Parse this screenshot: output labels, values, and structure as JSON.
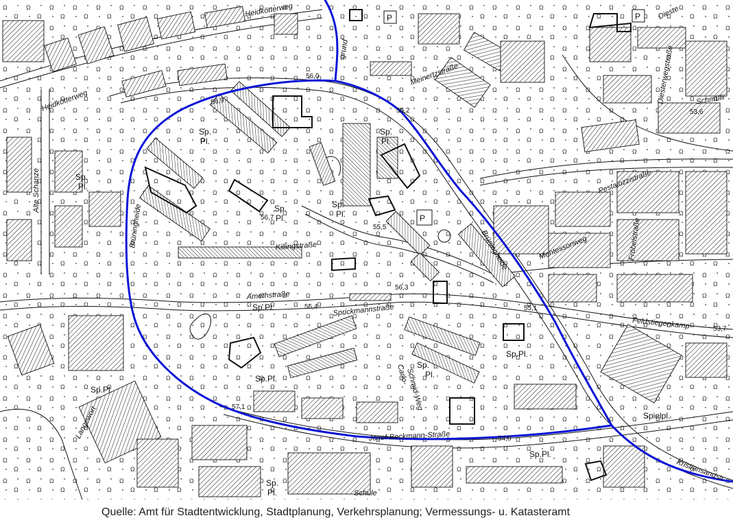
{
  "source_credit": "Quelle: Amt für Stadtentwicklung, Stadtplanung, Verkehrsplanung; Vermessungs- u. Katasteramt",
  "colors": {
    "boundary": "#0a14d6",
    "ink": "#111111",
    "paper": "#ffffff"
  },
  "streets": [
    "Heidkötterweg",
    "Heidkötterweg",
    "grund",
    "Meinertzstraße",
    "Dieste",
    "Diesterwegstraße",
    "Schmülli",
    "Pestalozzistraße",
    "Alte Schanze",
    "Brüningheide",
    "Killingstraße",
    "Amethstraße",
    "Sprickmannstraße",
    "Brüningheide",
    "Montessoriweg",
    "Fröbelstraße",
    "Feldstiegenkamp",
    "Carlo-",
    "Schmid-Weg",
    "Langewort",
    "Josef-Beckmann-Straße",
    "Kristiansandstr"
  ],
  "places": [
    "Sp.",
    "Pl.",
    "Sp.",
    "Pl.",
    "Sp.",
    "Pl.",
    "Sp.",
    "Pl.",
    "Sp.",
    "Pl.",
    "Sp.Pl.",
    "Sp.Pl.",
    "Sp.Pl.",
    "Sp.",
    "Pl.",
    "Sp.Pl.",
    "Spielpl.",
    "Sp.Pl.",
    "Sp.",
    "Pl.",
    "Schule"
  ],
  "elevations": [
    "56,0",
    "56,9",
    "55,2",
    "53,6",
    "56,7",
    "55,5",
    "56,3",
    "56,4",
    "55,1",
    "53,7",
    "57,1",
    "54,0"
  ],
  "parking_labels": [
    "P",
    "P",
    "P"
  ]
}
